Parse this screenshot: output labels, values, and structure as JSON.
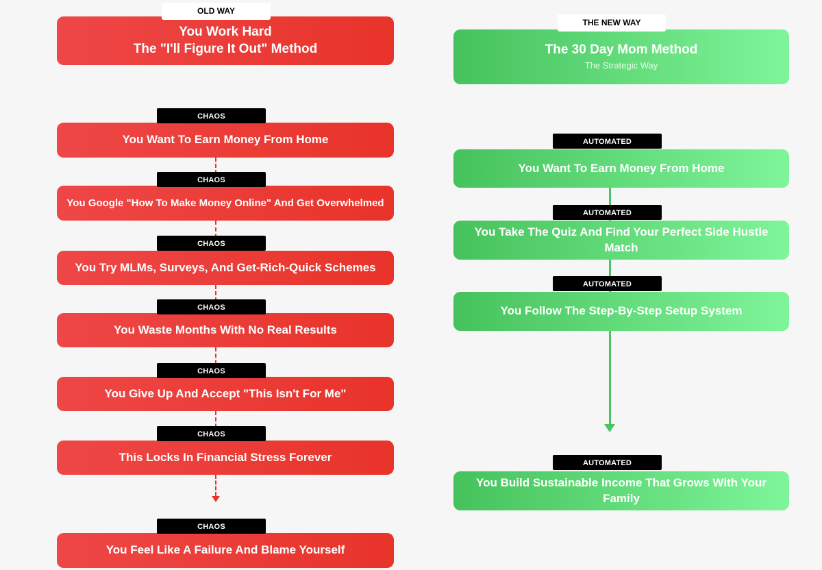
{
  "old_way": {
    "header_tag": "OLD WAY",
    "title_line1": "You Work Hard",
    "title_line2": "The \"I'll Figure It Out\" Method",
    "tag_label": "CHAOS",
    "steps": [
      "You Want To Earn Money From Home",
      "You Google \"How To Make Money Online\" And Get Overwhelmed",
      "You Try MLMs, Surveys, And Get-Rich-Quick Schemes",
      "You Waste Months With No Real Results",
      "You Give Up And Accept \"This Isn't For Me\"",
      "This Locks In Financial Stress Forever",
      "You Feel Like A Failure And Blame Yourself"
    ],
    "color": "#e8332a"
  },
  "new_way": {
    "header_tag": "THE NEW WAY",
    "title": "The 30 Day Mom Method",
    "subtitle": "The Strategic Way",
    "tag_label": "AUTOMATED",
    "steps": [
      "You Want To Earn Money From Home",
      "You Take The Quiz And Find Your Perfect Side Hustle Match",
      "You Follow The Step-By-Step Setup System",
      "You Build Sustainable Income That Grows With Your Family"
    ],
    "color": "#4cc464"
  }
}
